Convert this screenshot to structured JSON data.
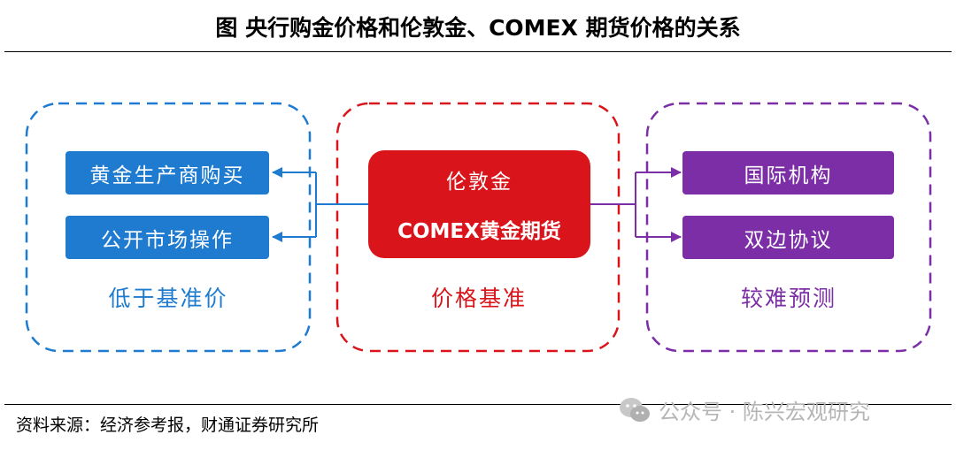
{
  "title": "图  央行购金价格和伦敦金、COMEX 期货价格的关系",
  "left_group": {
    "items": [
      "黄金生产商购买",
      "公开市场操作"
    ],
    "caption": "低于基准价"
  },
  "center_group": {
    "line1": "伦敦金",
    "line2": "COMEX黄金期货",
    "caption": "价格基准"
  },
  "right_group": {
    "items": [
      "国际机构",
      "双边协议"
    ],
    "caption": "较难预测"
  },
  "source": "资料来源：经济参考报，财通证券研究所",
  "watermark": "公众号 · 陈兴宏观研究",
  "colors": {
    "blue": "#1e7bcf",
    "red": "#d9141a",
    "purple": "#7b2ea6"
  }
}
